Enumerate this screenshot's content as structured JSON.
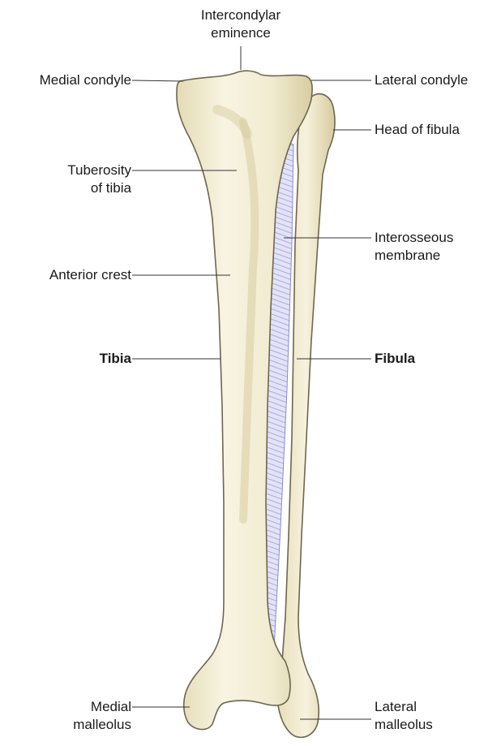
{
  "labels": {
    "intercondylar_eminence": {
      "line1": "Intercondylar",
      "line2": "eminence"
    },
    "medial_condyle": "Medial condyle",
    "lateral_condyle": "Lateral condyle",
    "head_of_fibula": "Head of fibula",
    "tuberosity_of_tibia": {
      "line1": "Tuberosity",
      "line2": "of tibia"
    },
    "interosseous_membrane": {
      "line1": "Interosseous",
      "line2": "membrane"
    },
    "anterior_crest": "Anterior crest",
    "tibia": "Tibia",
    "fibula": "Fibula",
    "medial_malleolus": {
      "line1": "Medial",
      "line2": "malleolus"
    },
    "lateral_malleolus": {
      "line1": "Lateral",
      "line2": "malleolus"
    }
  },
  "colors": {
    "bone_fill": "#f4efd8",
    "bone_shadow": "#d9cfa8",
    "membrane_fill": "#dcdcf4",
    "membrane_stroke": "#8a8ad0",
    "leader_line": "#333333"
  }
}
